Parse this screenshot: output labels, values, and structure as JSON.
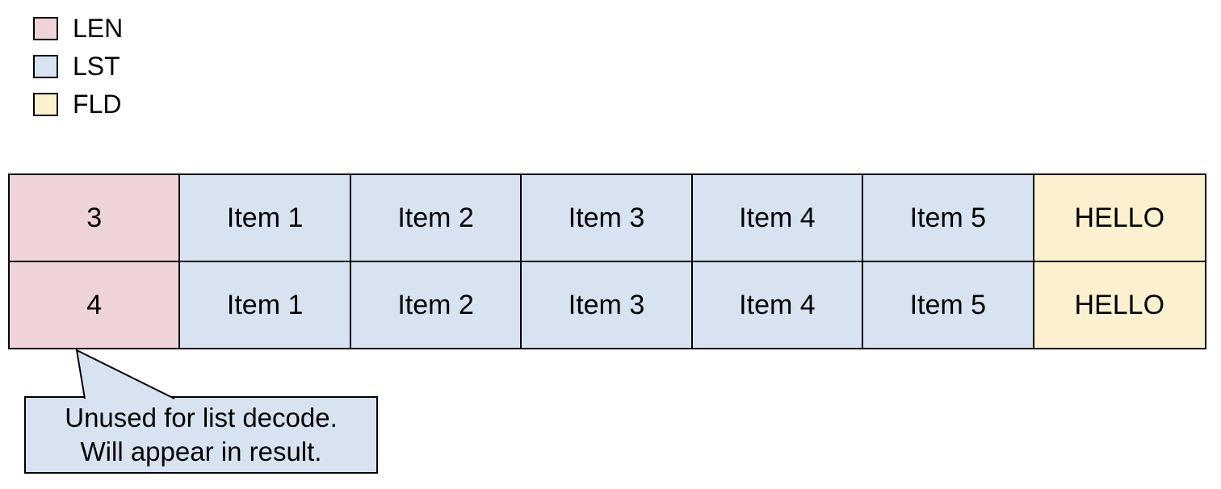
{
  "legend": {
    "items": [
      {
        "label": "LEN",
        "color": "#eed3d8"
      },
      {
        "label": "LST",
        "color": "#d7e3f1"
      },
      {
        "label": "FLD",
        "color": "#fbf1ce"
      }
    ]
  },
  "table": {
    "rows": [
      {
        "cells": [
          {
            "text": "3",
            "type": "LEN"
          },
          {
            "text": "Item 1",
            "type": "LST"
          },
          {
            "text": "Item 2",
            "type": "LST"
          },
          {
            "text": "Item 3",
            "type": "LST"
          },
          {
            "text": "Item 4",
            "type": "LST"
          },
          {
            "text": "Item 5",
            "type": "LST"
          },
          {
            "text": "HELLO",
            "type": "FLD"
          }
        ]
      },
      {
        "cells": [
          {
            "text": "4",
            "type": "LEN"
          },
          {
            "text": "Item 1",
            "type": "LST"
          },
          {
            "text": "Item 2",
            "type": "LST"
          },
          {
            "text": "Item 3",
            "type": "LST"
          },
          {
            "text": "Item 4",
            "type": "LST"
          },
          {
            "text": "Item 5",
            "type": "LST"
          },
          {
            "text": "HELLO",
            "type": "FLD"
          }
        ]
      }
    ]
  },
  "callout": {
    "line1": "Unused for list decode.",
    "line2": "Will appear in result."
  },
  "colors": {
    "len": "#eed3d8",
    "lst": "#d7e3f1",
    "fld": "#fbf1ce",
    "border": "#000000",
    "background": "#ffffff"
  }
}
